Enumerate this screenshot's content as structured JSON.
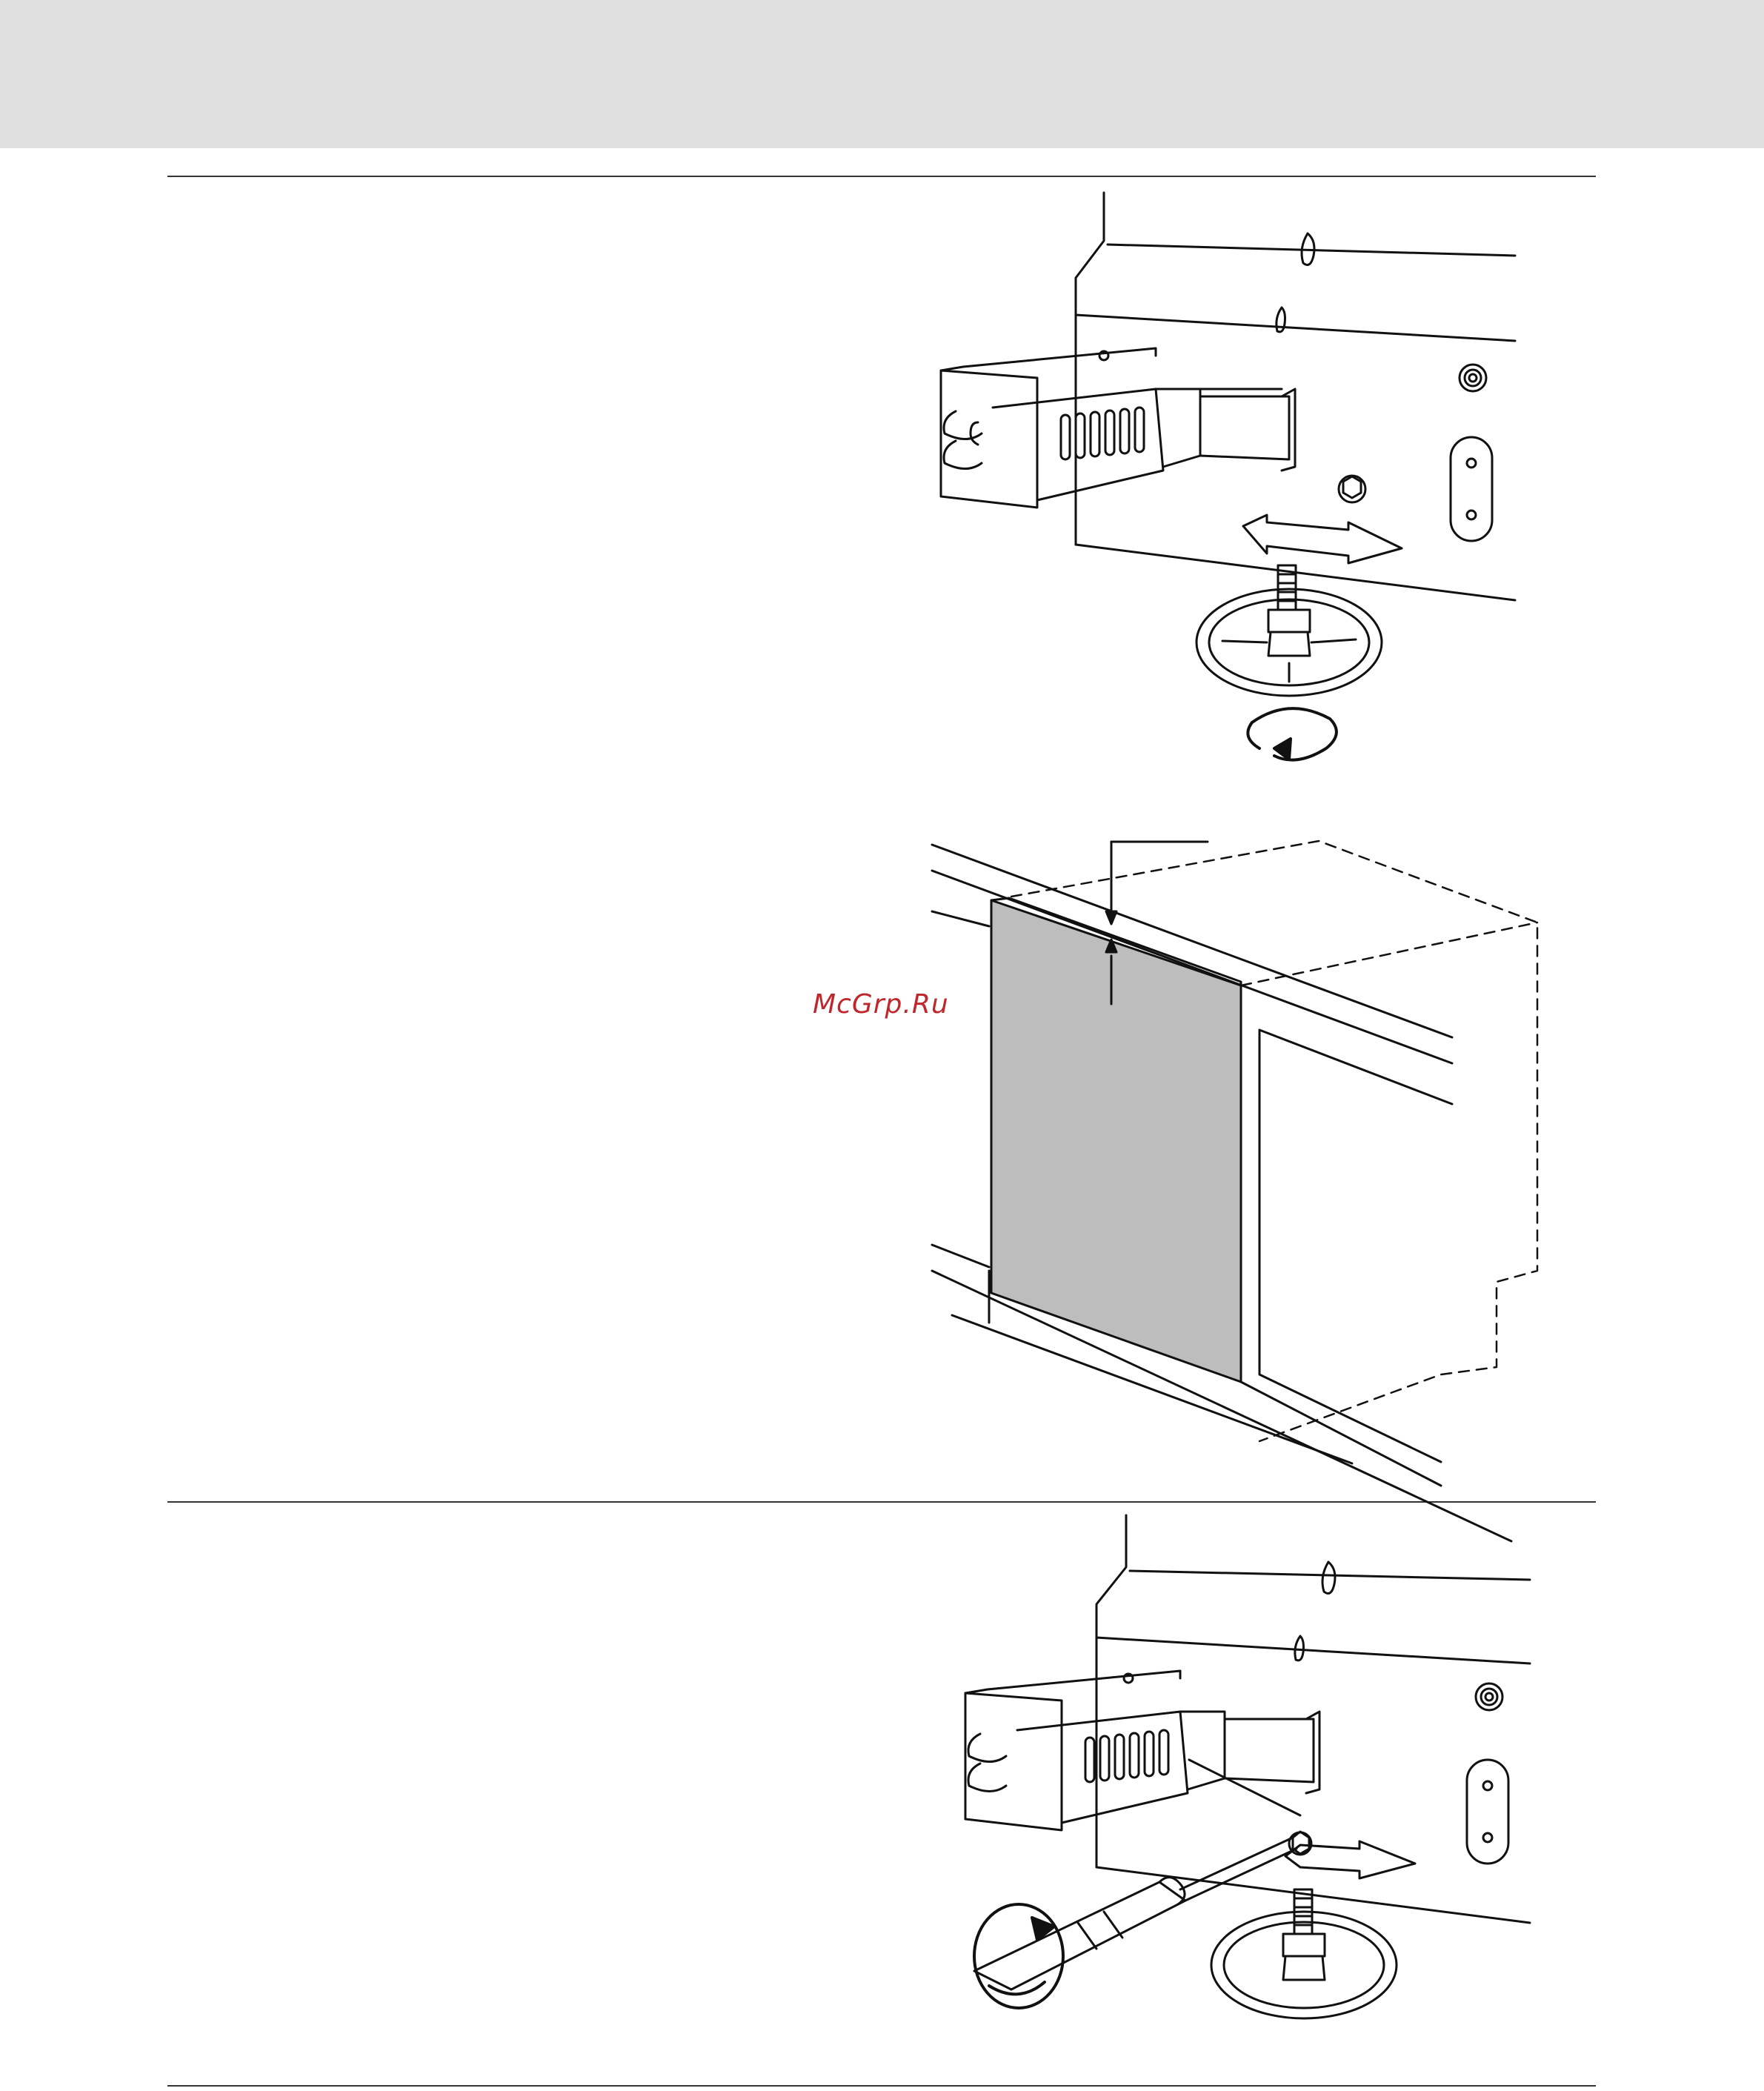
{
  "watermark": {
    "text": "McGrp.Ru",
    "color": "#c0272d"
  },
  "colors": {
    "header_band": "#e0e0e0",
    "panel_fill": "#bdbdbd",
    "line": "#111111"
  },
  "figures": [
    {
      "name": "leveling-foot-adjustment",
      "icons": [
        "bracket-icon",
        "double-arrow-icon",
        "rotate-icon"
      ]
    },
    {
      "name": "door-panel-gap",
      "icons": [
        "gap-arrows-icon"
      ]
    },
    {
      "name": "screw-tightening",
      "icons": [
        "screwdriver-icon",
        "rotate-icon"
      ]
    }
  ]
}
